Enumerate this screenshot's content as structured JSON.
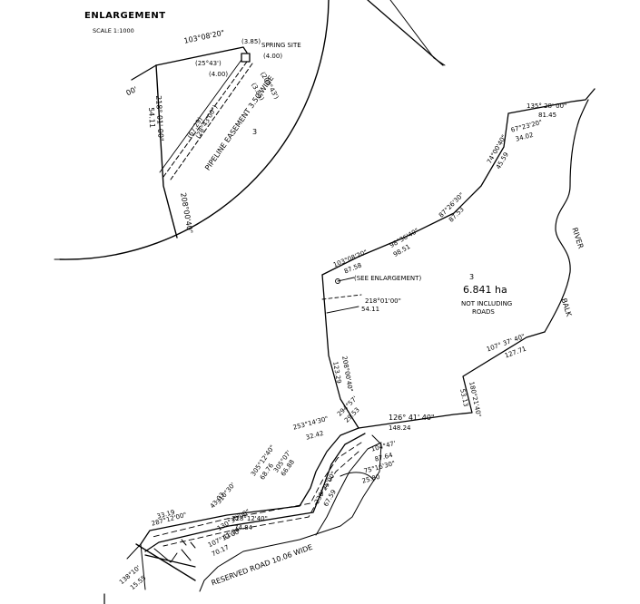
{
  "enlargement": {
    "title": "ENLARGEMENT",
    "scale": "SCALE 1:1000",
    "spring_site": "SPRING SITE",
    "bearing_top": "103°08'20\"",
    "bearing_side": "218° 01' 00\"",
    "bearing_side_dist": "54.11",
    "bearing_lower": "208°00'40\"",
    "left_tick": "00'",
    "spring_dims": [
      "(3.85)",
      "(25°43')",
      "(4.00)",
      "(4.00)",
      "(208°43')",
      "(3.85)",
      "(67.29)",
      "(28°43'00\")"
    ],
    "easement": "PIPELINE EASEMENT 3.50 WIDE",
    "lot_number": "3"
  },
  "main": {
    "lot_number": "3",
    "area": "6.841 ha",
    "area_note_1": "NOT INCLUDING",
    "area_note_2": "ROADS",
    "see_enlargement": "(SEE ENLARGEMENT)",
    "river_label_1": "RIVER",
    "river_label_2": "BALK",
    "reserved_road": "RESERVED ROAD 10.06 WIDE",
    "bearings": [
      {
        "text": "135° 28' 00\""
      },
      {
        "text": "81.45"
      },
      {
        "text": "67°23'20\""
      },
      {
        "text": "34.02"
      },
      {
        "text": "74°00'40\""
      },
      {
        "text": "45.59"
      },
      {
        "text": "87°26'30\""
      },
      {
        "text": "87.53"
      },
      {
        "text": "98°36'40\""
      },
      {
        "text": "98.51"
      },
      {
        "text": "103°08'20\""
      },
      {
        "text": "87.58"
      },
      {
        "text": "218°01'00\""
      },
      {
        "text": "54.11"
      },
      {
        "text": "208°00'40\""
      },
      {
        "text": "123.29"
      },
      {
        "text": "107° 37' 40\""
      },
      {
        "text": "127.71"
      },
      {
        "text": "180°21'40\""
      },
      {
        "text": "53.13"
      },
      {
        "text": "126° 41' 40\""
      },
      {
        "text": "148.24"
      },
      {
        "text": "294°57'"
      },
      {
        "text": "29.53"
      },
      {
        "text": "253°14'30\""
      },
      {
        "text": "32.42"
      },
      {
        "text": "104°47'"
      },
      {
        "text": "87.64"
      },
      {
        "text": "75°16'30\""
      },
      {
        "text": "25.80"
      },
      {
        "text": "230°25'00\""
      },
      {
        "text": "67.59"
      },
      {
        "text": "305°12'40\""
      },
      {
        "text": "68.76"
      },
      {
        "text": "305°07'"
      },
      {
        "text": "66.88"
      },
      {
        "text": "310°30'"
      },
      {
        "text": "43.03"
      },
      {
        "text": "128°12'40\""
      },
      {
        "text": "74.84"
      },
      {
        "text": "130°30'00\""
      },
      {
        "text": "41.54"
      },
      {
        "text": "107°12'00\""
      },
      {
        "text": "70.17"
      },
      {
        "text": "287°12'00\""
      },
      {
        "text": "33.19"
      },
      {
        "text": "138°10'"
      },
      {
        "text": "15.55"
      }
    ]
  }
}
